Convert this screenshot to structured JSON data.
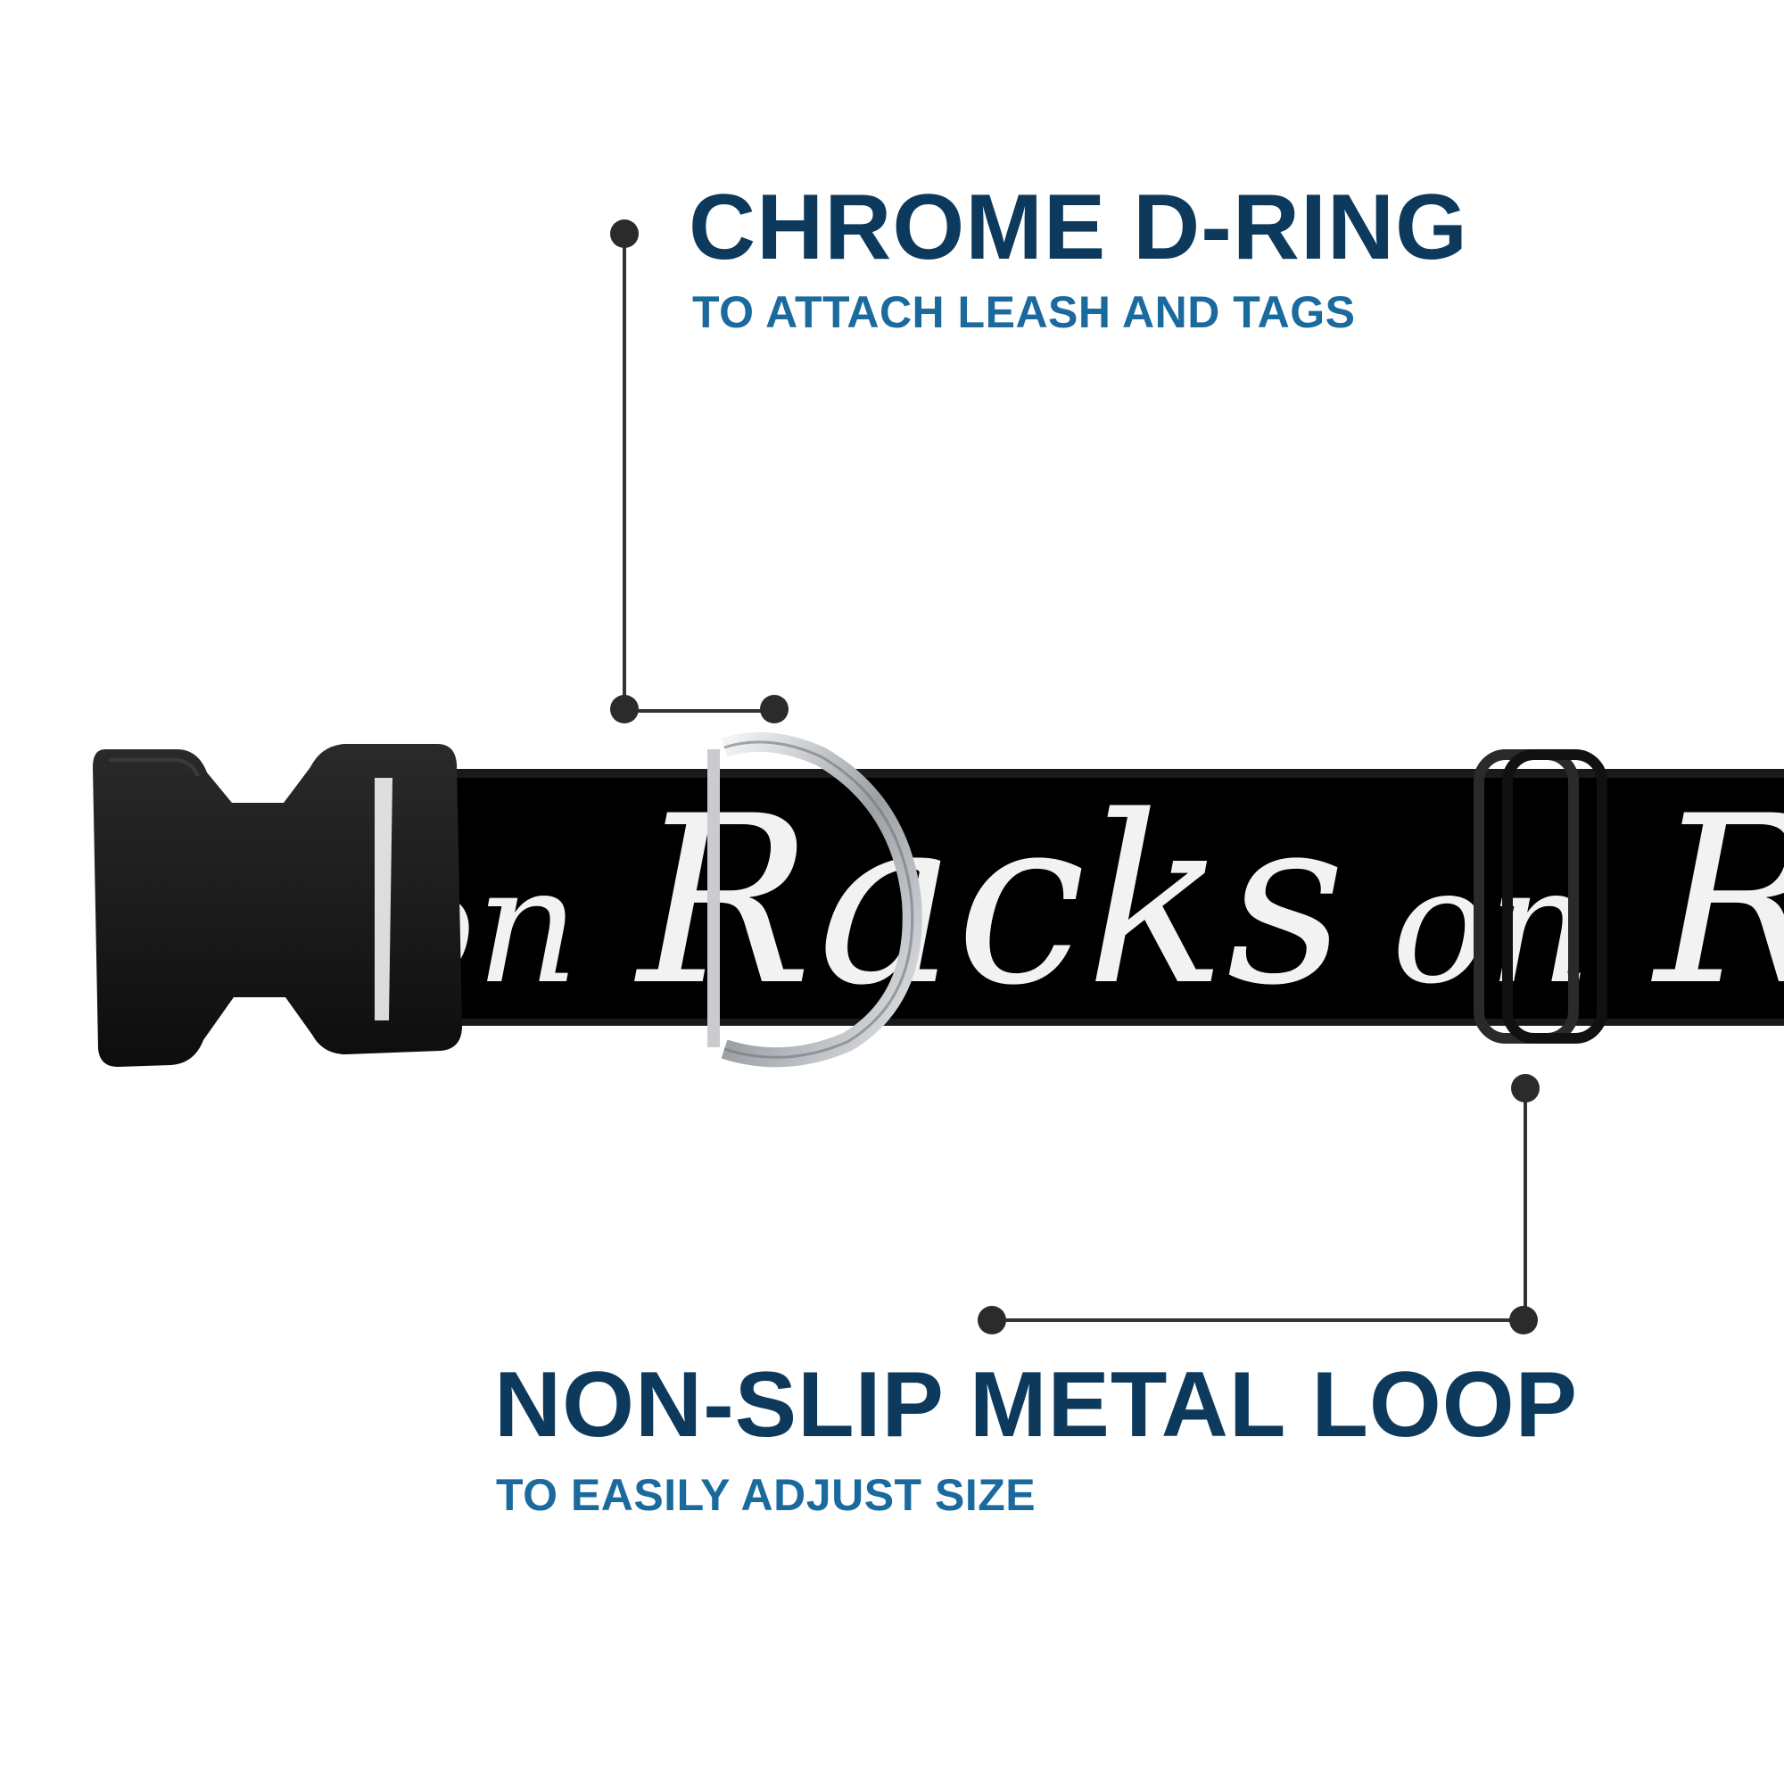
{
  "callouts": {
    "dring": {
      "title": "CHROME D-RING",
      "subtitle": "TO ATTACH LEASH AND TAGS"
    },
    "loop": {
      "title": "NON-SLIP METAL LOOP",
      "subtitle": "TO EASILY ADJUST SIZE"
    }
  },
  "collar": {
    "print_text_segments": [
      "on",
      "Racks",
      "on",
      "R"
    ],
    "colors": {
      "webbing": "#000000",
      "print": "#f2f2f2",
      "buckle": "#1c1c1c",
      "dring": "#b9bcc0",
      "loop": "#2a2a2a"
    }
  },
  "colors": {
    "title": "#0d3a5c",
    "subtitle": "#1a6a9e",
    "leader": "#333333"
  },
  "icons": [
    "buckle-icon",
    "d-ring-icon",
    "loop-icon"
  ]
}
